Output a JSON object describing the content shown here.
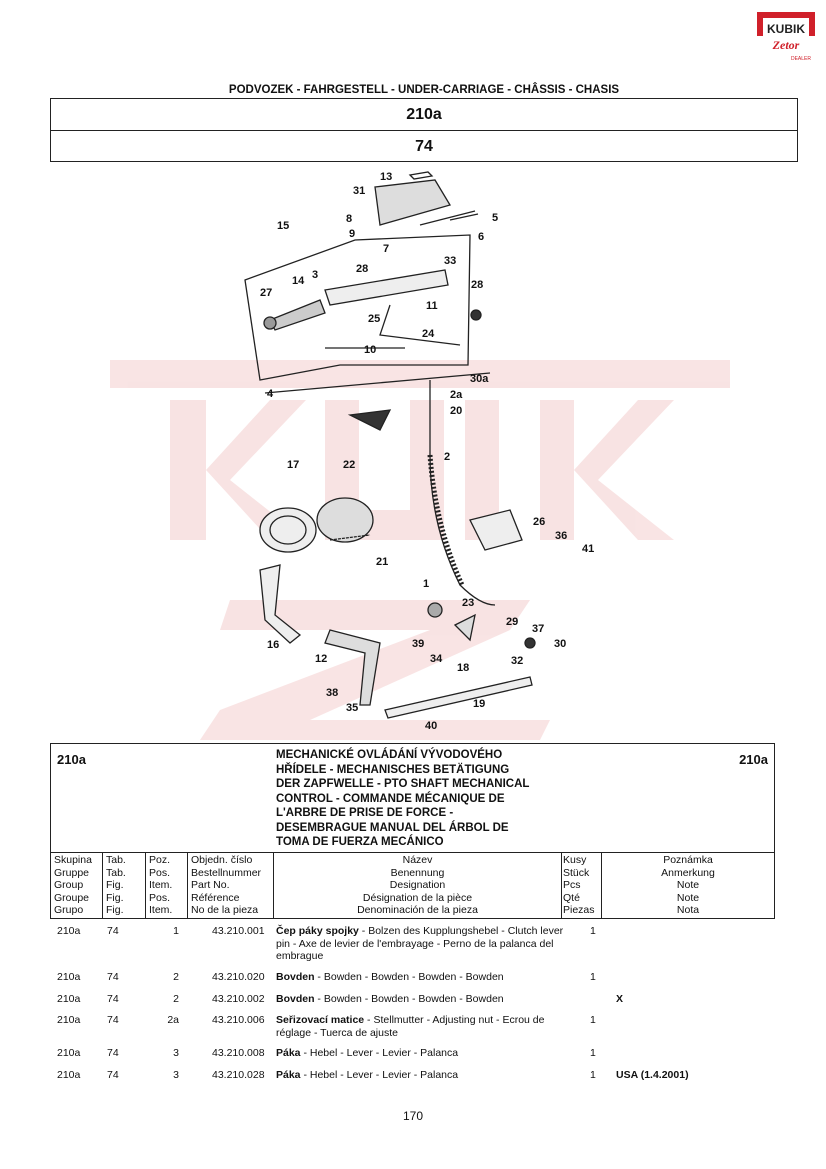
{
  "logo": {
    "brand": "KUBIK",
    "sub": "Zetor",
    "tag": "DEALER"
  },
  "section_title": "PODVOZEK - FAHRGESTELL - UNDER-CARRIAGE - CHÂSSIS - CHASIS",
  "group": "210a",
  "figure": "74",
  "diagram": {
    "labels": [
      "13",
      "31",
      "8",
      "9",
      "5",
      "6",
      "15",
      "7",
      "33",
      "28",
      "3",
      "28",
      "27",
      "14",
      "11",
      "25",
      "24",
      "10",
      "4",
      "30a",
      "2a",
      "20",
      "2",
      "17",
      "22",
      "26",
      "36",
      "41",
      "21",
      "1",
      "23",
      "16",
      "12",
      "29",
      "37",
      "30",
      "39",
      "34",
      "18",
      "32",
      "38",
      "35",
      "19",
      "40"
    ]
  },
  "description": {
    "group_left": "210a",
    "group_right": "210a",
    "title_lines": [
      "MECHANICKÉ OVLÁDÁNÍ VÝVODOVÉHO",
      "HŘÍDELE - MECHANISCHES BETÄTIGUNG",
      "DER ZAPFWELLE - PTO SHAFT MECHANICAL",
      "CONTROL - COMMANDE MÉCANIQUE DE",
      "L'ARBRE DE PRISE DE FORCE -",
      "DESEMBRAGUE MANUAL DEL ÁRBOL DE",
      "TOMA DE FUERZA MECÁNICO"
    ]
  },
  "headers": {
    "group": [
      "Skupina",
      "Gruppe",
      "Group",
      "Groupe",
      "Grupo"
    ],
    "tab": [
      "Tab.",
      "Tab.",
      "Fig.",
      "Fig.",
      "Fig."
    ],
    "pos": [
      "Poz.",
      "Pos.",
      "Item.",
      "Pos.",
      "Item."
    ],
    "part": [
      "Objedn. číslo",
      "Bestellnummer",
      "Part No.",
      "Référence",
      "No de la pieza"
    ],
    "name": [
      "Název",
      "Benennung",
      "Designation",
      "Désignation de la pièce",
      "Denominación de la pieza"
    ],
    "qty": [
      "Kusy",
      "Stück",
      "Pcs",
      "Qté",
      "Piezas"
    ],
    "note": [
      "Poznámka",
      "Anmerkung",
      "Note",
      "Note",
      "Nota"
    ]
  },
  "rows": [
    {
      "group": "210a",
      "tab": "74",
      "pos": "1",
      "part": "43.210.001",
      "name_bold": "Čep páky spojky",
      "name_rest": " - Bolzen des Kupplungshebel - Clutch lever pin - Axe de levier de l'embrayage - Perno de la palanca del embrague",
      "qty": "1",
      "note": ""
    },
    {
      "group": "210a",
      "tab": "74",
      "pos": "2",
      "part": "43.210.020",
      "name_bold": "Bovden",
      "name_rest": " - Bowden - Bowden - Bowden - Bowden",
      "qty": "1",
      "note": ""
    },
    {
      "group": "210a",
      "tab": "74",
      "pos": "2",
      "part": "43.210.002",
      "name_bold": "Bovden",
      "name_rest": " - Bowden - Bowden - Bowden - Bowden",
      "qty": "",
      "note": "X"
    },
    {
      "group": "210a",
      "tab": "74",
      "pos": "2a",
      "part": "43.210.006",
      "name_bold": "Seřizovací matice",
      "name_rest": " - Stellmutter - Adjusting nut - Ecrou de réglage - Tuerca de ajuste",
      "qty": "1",
      "note": ""
    },
    {
      "group": "210a",
      "tab": "74",
      "pos": "3",
      "part": "43.210.008",
      "name_bold": "Páka",
      "name_rest": " - Hebel - Lever - Levier - Palanca",
      "qty": "1",
      "note": ""
    },
    {
      "group": "210a",
      "tab": "74",
      "pos": "3",
      "part": "43.210.028",
      "name_bold": "Páka",
      "name_rest": " - Hebel - Lever - Levier - Palanca",
      "qty": "1",
      "note": "USA (1.4.2001)"
    }
  ],
  "page_number": "170",
  "colors": {
    "brand_red": "#d0202a",
    "watermark": "#f6d8d8"
  }
}
